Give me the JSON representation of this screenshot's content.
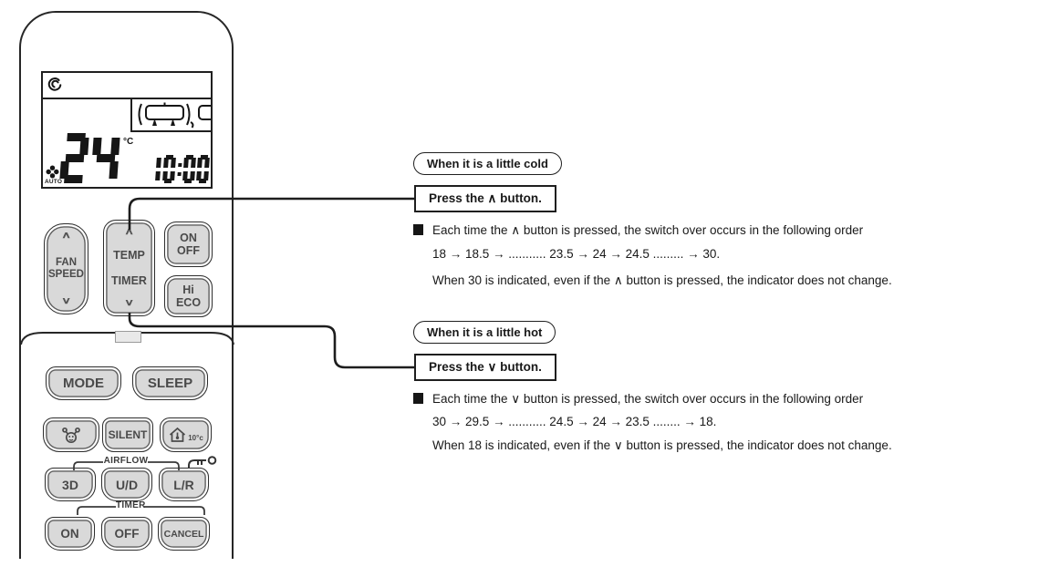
{
  "colors": {
    "line": "#262626",
    "button_fill": "#d9d9d9",
    "button_text": "#4a4a4a",
    "lcd_ink": "#161616"
  },
  "remote": {
    "lcd": {
      "temperature": "24",
      "temp_unit": "°C",
      "time": "10:00",
      "fan_mode_label": "AUTO"
    },
    "rockers": {
      "fan_speed": {
        "up": "∧",
        "label_line1": "FAN",
        "label_line2": "SPEED",
        "down": "∨"
      },
      "temp_timer": {
        "up": "∧",
        "label_top": "TEMP",
        "label_bottom": "TIMER",
        "down": "∨"
      }
    },
    "buttons": {
      "on_off": {
        "line1": "ON",
        "line2": "OFF"
      },
      "hi_eco": {
        "line1": "Hi",
        "line2": "ECO"
      },
      "mode": "MODE",
      "sleep": "SLEEP",
      "silent": "SILENT",
      "heat_10c": "10°c",
      "airflow_3d": "3D",
      "airflow_ud": "U/D",
      "airflow_lr": "L/R",
      "timer_on": "ON",
      "timer_off": "OFF",
      "timer_cancel": "CANCEL"
    },
    "group_labels": {
      "airflow": "AIRFLOW",
      "timer": "TIMER"
    }
  },
  "callouts": {
    "cold": {
      "condition": "When it is a little cold",
      "instruction": "Press the ∧ button.",
      "detail_line1": "Each time the ∧ button is pressed, the switch over occurs in the following order",
      "detail_line2": "18 → 18.5 → ........... 23.5 → 24 → 24.5 ......... → 30.",
      "detail_line3": "When 30 is indicated, even if the ∧ button is pressed, the indicator does not change."
    },
    "hot": {
      "condition": "When it is a little hot",
      "instruction": "Press the ∨ button.",
      "detail_line1": "Each time the ∨ button is pressed, the switch over occurs in the following order",
      "detail_line2": "30 → 29.5 → ........... 24.5 → 24 → 23.5 ........ → 18.",
      "detail_line3": "When 18 is indicated, even if the ∨ button is pressed, the indicator does not change."
    }
  },
  "icons": {
    "auto_mode": "swirl-cyclone",
    "indoor_unit": "ac-indoor-unit-with-louvers",
    "fan_auto": "fan-clover",
    "clean_button": "mite-face",
    "heat_10c_button": "house-thermometer",
    "child_lock": "key"
  }
}
